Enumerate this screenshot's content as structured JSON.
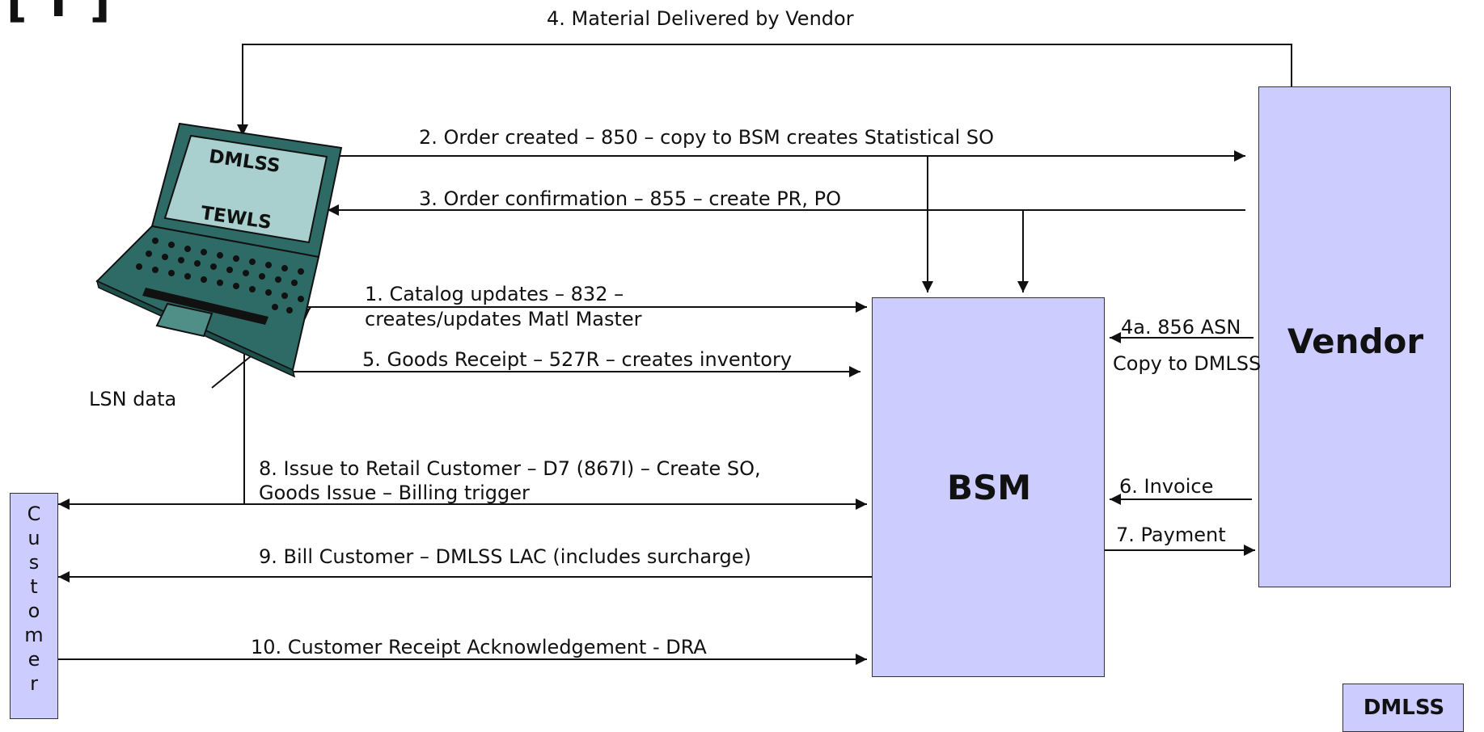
{
  "corner_glyph": "[ T ]",
  "nodes": {
    "laptop_line1": "DMLSS",
    "laptop_line2": "TEWLS",
    "bsm": "BSM",
    "vendor": "Vendor",
    "customer_letters": [
      "C",
      "u",
      "s",
      "t",
      "o",
      "m",
      "e",
      "r"
    ],
    "dmlss_corner": "DMLSS"
  },
  "flows": {
    "f1_line1": "1. Catalog updates – 832 –",
    "f1_line2": "creates/updates Matl Master",
    "f2": "2. Order created – 850 –  copy to BSM creates Statistical SO",
    "f3": "3. Order confirmation – 855 – create PR, PO",
    "f4": "4. Material Delivered by Vendor",
    "f4a_line1": "4a. 856 ASN",
    "f4a_line2": "Copy to DMLSS",
    "f5": "5. Goods Receipt – 527R – creates inventory",
    "f6": "6. Invoice",
    "f7": "7. Payment",
    "f8_line1": "8. Issue to Retail Customer – D7 (867I) – Create SO,",
    "f8_line2": "Goods Issue – Billing trigger",
    "f9": "9. Bill Customer – DMLSS LAC  (includes surcharge)",
    "f10": "10. Customer Receipt Acknowledgement - DRA",
    "lsn": "LSN data"
  },
  "colors": {
    "box_fill": "#ccccff",
    "laptop_body": "#2f6b66",
    "laptop_screen": "#a9cfcf",
    "line": "#111111"
  }
}
